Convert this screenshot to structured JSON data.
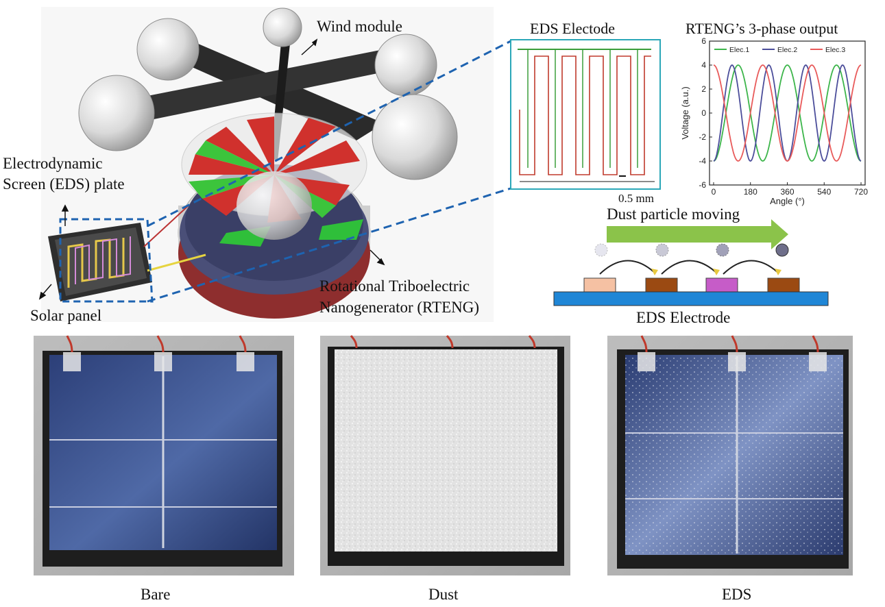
{
  "labels": {
    "wind_module": "Wind module",
    "eds_plate_line1": "Electrodynamic",
    "eds_plate_line2": "Screen (EDS) plate",
    "solar_panel": "Solar panel",
    "rteng_line1": "Rotational Triboelectric",
    "rteng_line2": "Nanogenerator (RTENG)",
    "eds_electrode_inset_title": "EDS Electode",
    "scale_bar": "0.5 mm",
    "dust_moving": "Dust particle moving",
    "eds_electrode_caption": "EDS Electrode"
  },
  "photos": {
    "bare": "Bare",
    "dust": "Dust",
    "eds": "EDS"
  },
  "colors": {
    "electrode_frame": "#2aa7b8",
    "electrode_green": "#3a9d3a",
    "electrode_red": "#c0392b",
    "dashed_line": "#1e63b0",
    "arrow_green": "#8bc34a",
    "substrate_blue": "#1f86d6"
  },
  "chart_data": {
    "type": "line",
    "title": "RTENG’s 3-phase output",
    "xlabel": "Angle (°)",
    "ylabel": "Voltage (a.u.)",
    "xlim": [
      -20,
      740
    ],
    "ylim": [
      -6,
      6
    ],
    "xticks": [
      "0",
      "180",
      "360",
      "540",
      "720"
    ],
    "yticks": [
      "-6",
      "-4",
      "-2",
      "0",
      "2",
      "4",
      "6"
    ],
    "grid": false,
    "legend": "top-inside",
    "series": [
      {
        "name": "Elec.1",
        "color": "#3cb54a",
        "amplitude": 4,
        "period_deg": 240,
        "phase_deg": 120
      },
      {
        "name": "Elec.2",
        "color": "#4b4d9a",
        "amplitude": 4,
        "period_deg": 180,
        "phase_deg": 90
      },
      {
        "name": "Elec.3",
        "color": "#e85a5a",
        "amplitude": 4,
        "period_deg": 240,
        "phase_deg": 240
      }
    ]
  }
}
